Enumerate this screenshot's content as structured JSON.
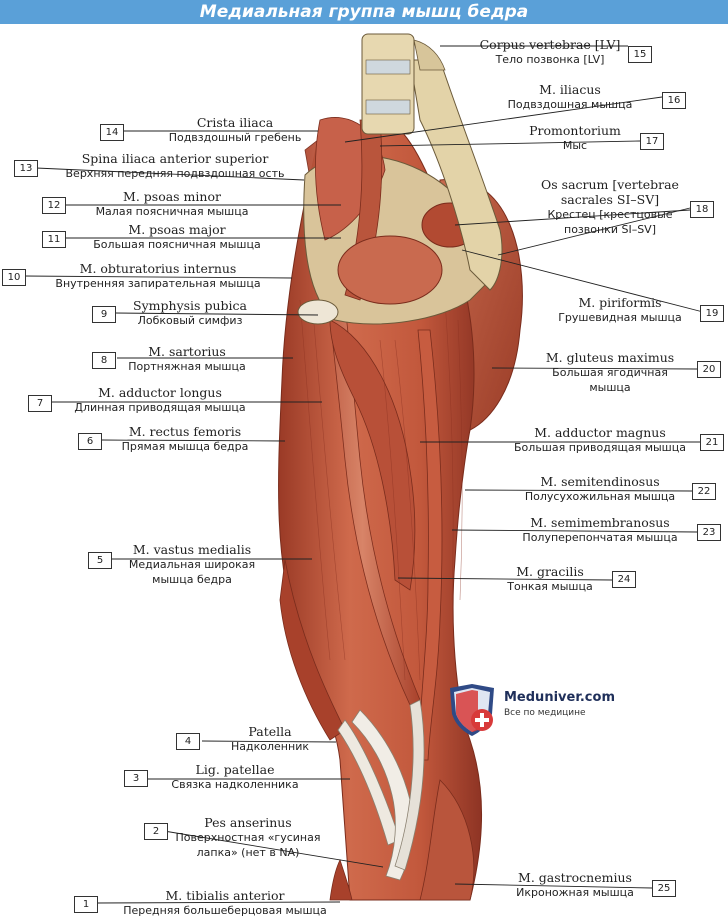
{
  "title": "Медиальная группа мышц бедра",
  "brand": {
    "name": "Meduniver.com",
    "tagline": "Все по медицине"
  },
  "labels": [
    {
      "num": "1",
      "lat": "M. tibialis anterior",
      "rus": "Передняя большеберцовая мышца"
    },
    {
      "num": "2",
      "lat": "Pes anserinus",
      "rus": "Поверхностная «гусиная",
      "rus2": "лапка» (нет в NA)"
    },
    {
      "num": "3",
      "lat": "Lig. patellae",
      "rus": "Связка надколенника"
    },
    {
      "num": "4",
      "lat": "Patella",
      "rus": "Надколенник"
    },
    {
      "num": "5",
      "lat": "M. vastus medialis",
      "rus": "Медиальная широкая",
      "rus2": "мышца бедра"
    },
    {
      "num": "6",
      "lat": "M. rectus femoris",
      "rus": "Прямая мышца бедра"
    },
    {
      "num": "7",
      "lat": "M. adductor longus",
      "rus": "Длинная приводящая мышца"
    },
    {
      "num": "8",
      "lat": "M. sartorius",
      "rus": "Портняжная мышца"
    },
    {
      "num": "9",
      "lat": "Symphysis pubica",
      "rus": "Лобковый симфиз"
    },
    {
      "num": "10",
      "lat": "M. obturatorius internus",
      "rus": "Внутренняя запирательная мышца"
    },
    {
      "num": "11",
      "lat": "M. psoas major",
      "rus": "Большая поясничная мышца"
    },
    {
      "num": "12",
      "lat": "M. psoas minor",
      "rus": "Малая поясничная мышца"
    },
    {
      "num": "13",
      "lat": "Spina iliaca anterior superior",
      "rus": "Верхняя передняя подвздошная ость"
    },
    {
      "num": "14",
      "lat": "Crista iliaca",
      "rus": "Подвздошный гребень"
    },
    {
      "num": "15",
      "lat": "Corpus vertebrae [LV]",
      "rus": "Тело позвонка [LV]"
    },
    {
      "num": "16",
      "lat": "M. iliacus",
      "rus": "Подвздошная мышца"
    },
    {
      "num": "17",
      "lat": "Promontorium",
      "rus": "Мыс"
    },
    {
      "num": "18",
      "lat": "Os sacrum [vertebrae",
      "lat2": "sacrales SI–SV]",
      "rus": "Крестец [крестцовые",
      "rus2": "позвонки SI–SV]"
    },
    {
      "num": "19",
      "lat": "M. piriformis",
      "rus": "Грушевидная мышца"
    },
    {
      "num": "20",
      "lat": "M. gluteus maximus",
      "rus": "Большая ягодичная",
      "rus2": "мышца"
    },
    {
      "num": "21",
      "lat": "M. adductor magnus",
      "rus": "Большая приводящая мышца"
    },
    {
      "num": "22",
      "lat": "M. semitendinosus",
      "rus": "Полусухожильная мышца"
    },
    {
      "num": "23",
      "lat": "M. semimembranosus",
      "rus": "Полуперепончатая мышца"
    },
    {
      "num": "24",
      "lat": "M. gracilis",
      "rus": "Тонкая мышца"
    },
    {
      "num": "25",
      "lat": "M. gastrocnemius",
      "rus": "Икроножная мышца"
    }
  ],
  "colors": {
    "title_bg": "#5aa0d8",
    "muscle": "#c0533a",
    "muscle_dark": "#8e3424",
    "tendon": "#e9e3da",
    "bone": "#e7d8b0",
    "line": "#222222"
  }
}
